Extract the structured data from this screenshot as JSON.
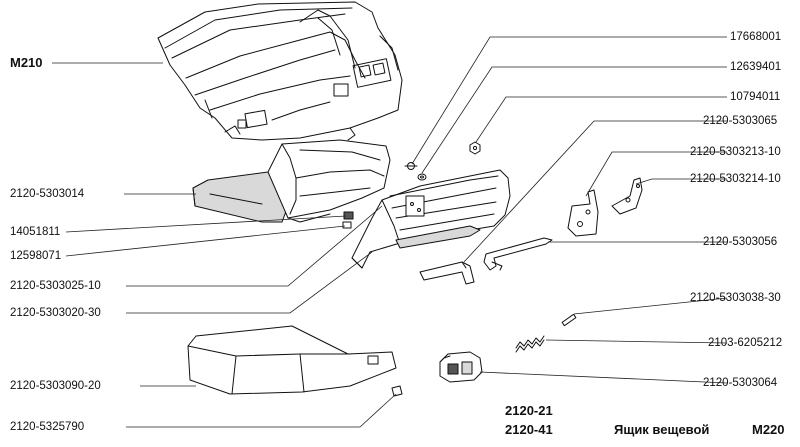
{
  "header": {
    "model_code": "M210"
  },
  "footer": {
    "model_a": "2120-21",
    "model_b": "2120-41",
    "title": "Ящик вещевой",
    "page_code": "M220"
  },
  "parts_right": [
    {
      "number": "17668001"
    },
    {
      "number": "12639401"
    },
    {
      "number": "10794011"
    },
    {
      "number": "2120-5303065"
    },
    {
      "number": "2120-5303213-10"
    },
    {
      "number": "2120-5303214-10"
    },
    {
      "number": "2120-5303056"
    },
    {
      "number": "2120-5303038-30"
    },
    {
      "number": "2103-6205212"
    },
    {
      "number": "2120-5303064"
    }
  ],
  "parts_left": [
    {
      "number": "2120-5303014"
    },
    {
      "number": "14051811"
    },
    {
      "number": "12598071"
    },
    {
      "number": "2120-5303025-10"
    },
    {
      "number": "2120-5303020-30"
    },
    {
      "number": "2120-5303090-20"
    },
    {
      "number": "2120-5325790"
    }
  ]
}
